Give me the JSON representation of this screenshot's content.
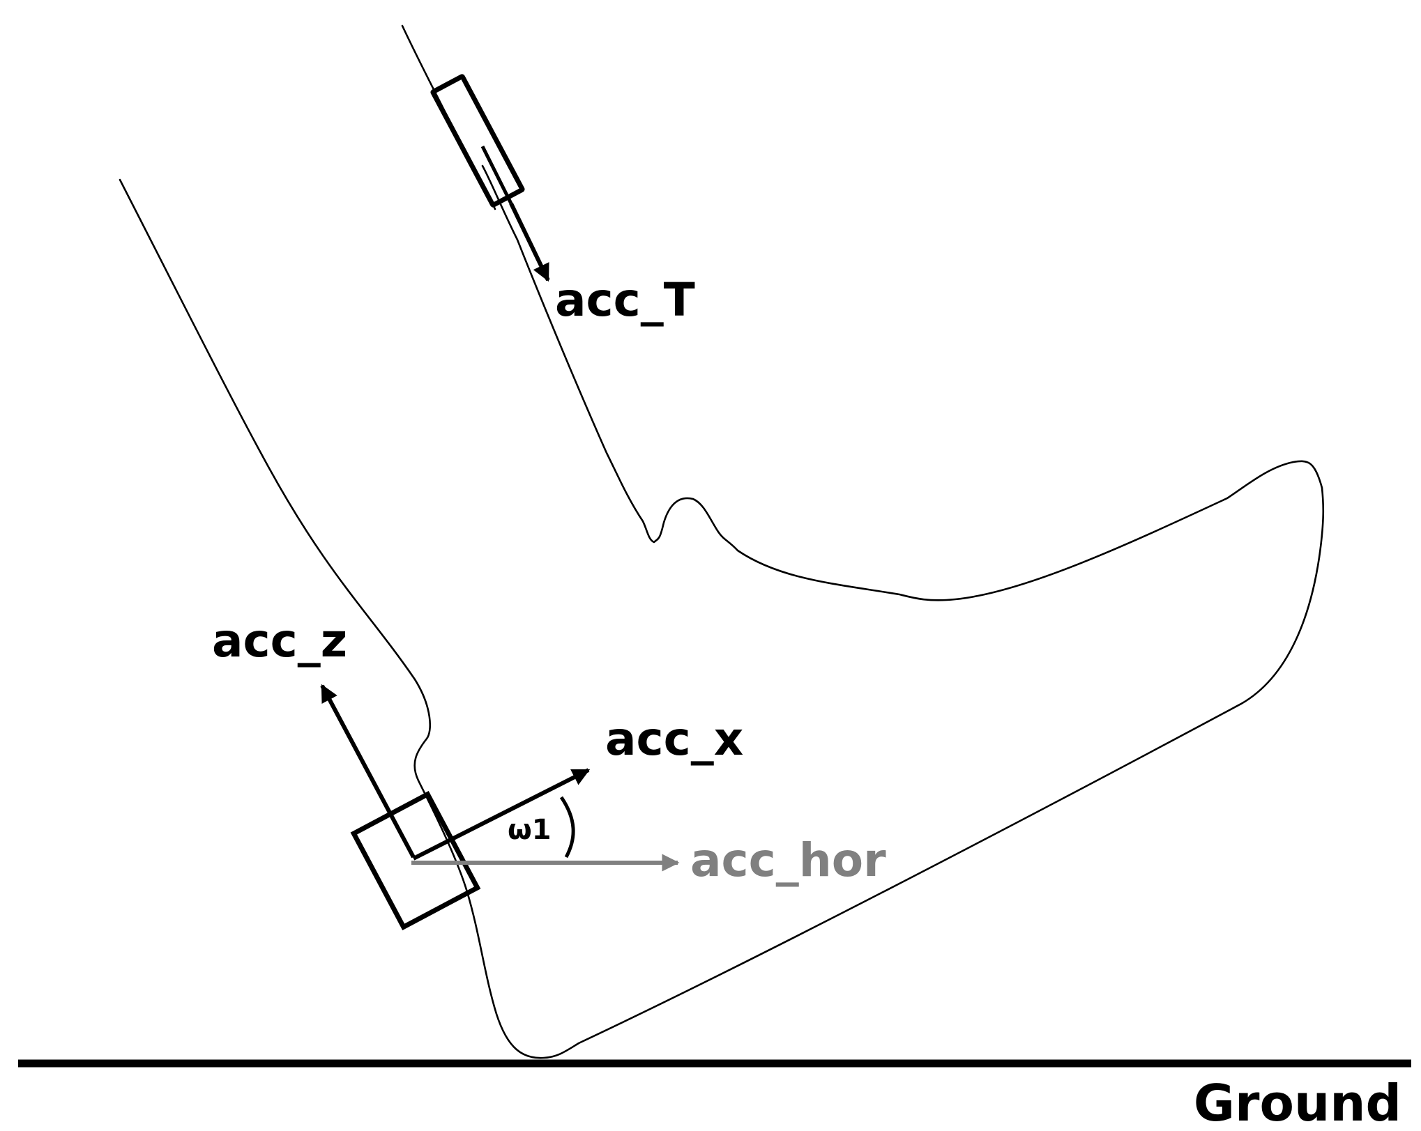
{
  "labels": {
    "acc_t": "acc_T",
    "acc_z": "acc_z",
    "acc_x": "acc_x",
    "acc_hor": "acc_hor",
    "omega": "ω1",
    "ground": "Ground"
  },
  "colors": {
    "primary": "#000000",
    "horizontal_vector": "#808080",
    "background": "#ffffff"
  }
}
